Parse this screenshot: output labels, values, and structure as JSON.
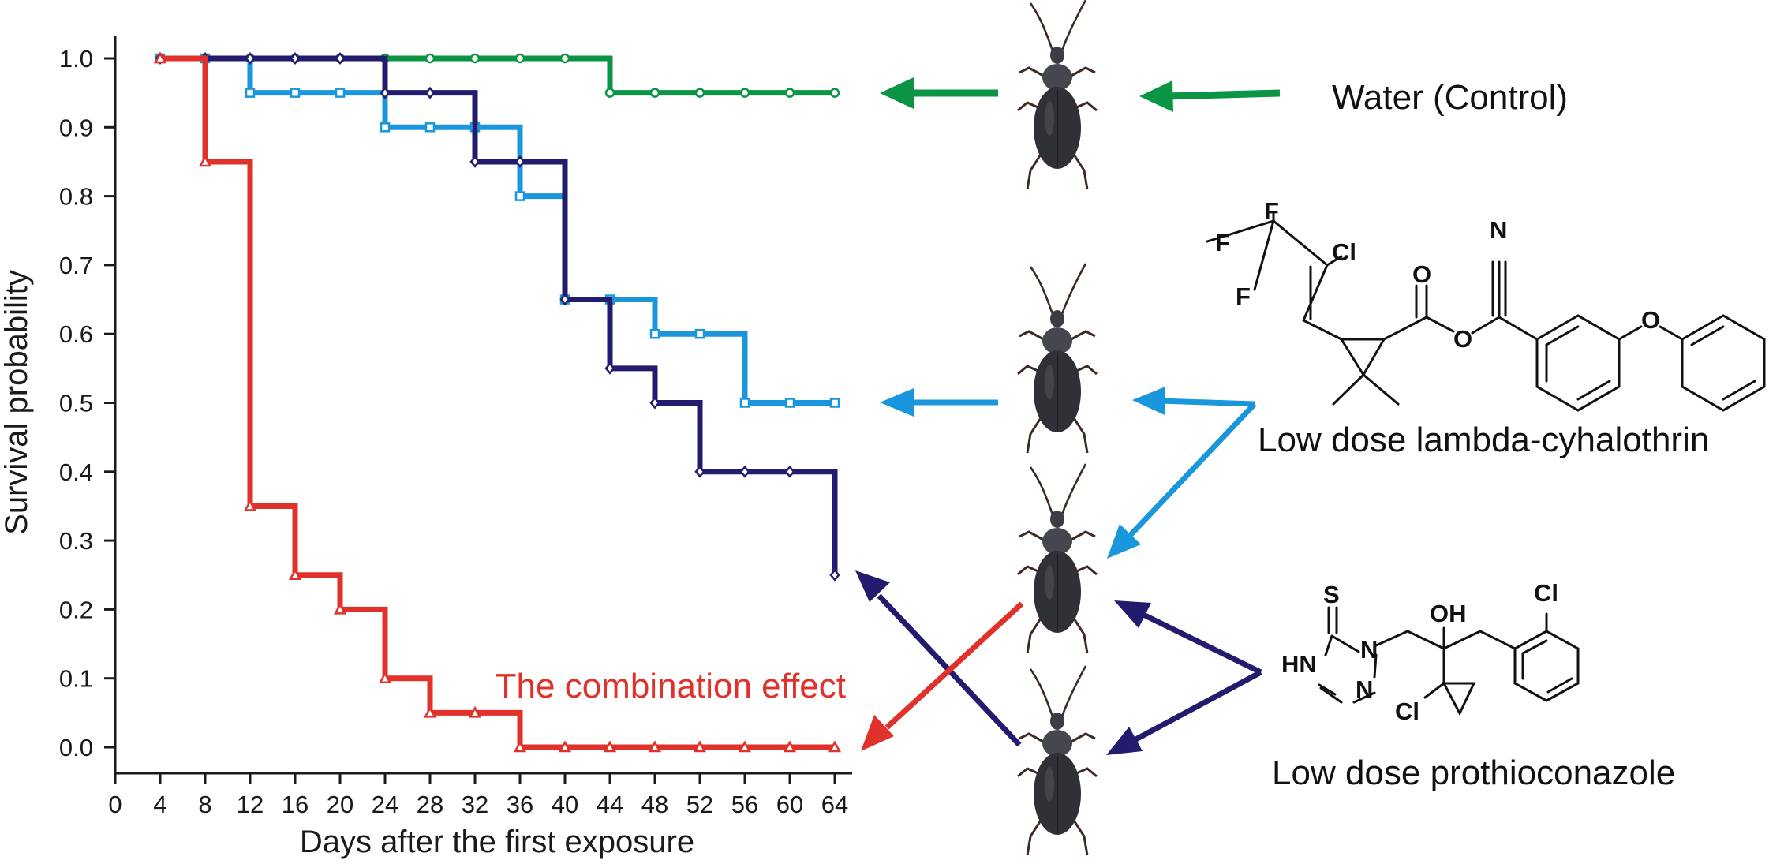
{
  "chart_data": {
    "type": "line",
    "step": true,
    "xlabel": "Days after the first exposure",
    "ylabel": "Survival probability",
    "xlim": [
      0,
      64
    ],
    "ylim": [
      0,
      1.0
    ],
    "xticks": [
      "0",
      "4",
      "8",
      "12",
      "16",
      "20",
      "24",
      "28",
      "32",
      "36",
      "40",
      "44",
      "48",
      "52",
      "56",
      "60",
      "64"
    ],
    "yticks": [
      "0.0",
      "0.1",
      "0.2",
      "0.3",
      "0.4",
      "0.5",
      "0.6",
      "0.7",
      "0.8",
      "0.9",
      "1.0"
    ],
    "grid": false,
    "series": [
      {
        "label": "Water (Control)",
        "color": "#0a9444",
        "marker": "circle",
        "x": [
          4,
          8,
          12,
          16,
          20,
          24,
          28,
          32,
          36,
          40,
          44,
          48,
          52,
          56,
          60,
          64
        ],
        "y": [
          1.0,
          1.0,
          1.0,
          1.0,
          1.0,
          1.0,
          1.0,
          1.0,
          1.0,
          1.0,
          0.95,
          0.95,
          0.95,
          0.95,
          0.95,
          0.95
        ]
      },
      {
        "label": "Low dose lambda-cyhalothrin",
        "color": "#1a96dc",
        "marker": "square",
        "x": [
          4,
          8,
          12,
          16,
          20,
          24,
          28,
          32,
          36,
          40,
          44,
          48,
          52,
          56,
          60,
          64
        ],
        "y": [
          1.0,
          1.0,
          0.95,
          0.95,
          0.95,
          0.9,
          0.9,
          0.9,
          0.8,
          0.65,
          0.65,
          0.6,
          0.6,
          0.5,
          0.5,
          0.5
        ]
      },
      {
        "label": "Low dose prothioconazole",
        "color": "#231c6e",
        "marker": "diamond",
        "x": [
          4,
          8,
          12,
          16,
          20,
          24,
          28,
          32,
          36,
          40,
          44,
          48,
          52,
          56,
          60,
          64
        ],
        "y": [
          1.0,
          1.0,
          1.0,
          1.0,
          1.0,
          0.95,
          0.95,
          0.85,
          0.85,
          0.65,
          0.55,
          0.5,
          0.4,
          0.4,
          0.4,
          0.25
        ]
      },
      {
        "label": "The combination effect",
        "color": "#e0322a",
        "marker": "triangle",
        "x": [
          4,
          8,
          12,
          16,
          20,
          24,
          28,
          32,
          36,
          40,
          44,
          48,
          52,
          56,
          60,
          64
        ],
        "y": [
          1.0,
          0.85,
          0.35,
          0.25,
          0.2,
          0.1,
          0.05,
          0.05,
          0.0,
          0.0,
          0.0,
          0.0,
          0.0,
          0.0,
          0.0,
          0.0
        ]
      }
    ]
  },
  "labels": {
    "control": "Water (Control)",
    "lambda": "Low dose lambda-cyhalothrin",
    "prothio": "Low dose prothioconazole",
    "combination": "The combination effect"
  },
  "atoms": {
    "f": "F",
    "cl": "Cl",
    "o": "O",
    "n": "N",
    "s": "S",
    "hn": "HN",
    "oh": "OH"
  },
  "icons": [
    "beetle-icon",
    "arrow-icon",
    "lambda-cyhalothrin-structure",
    "prothioconazole-structure"
  ]
}
